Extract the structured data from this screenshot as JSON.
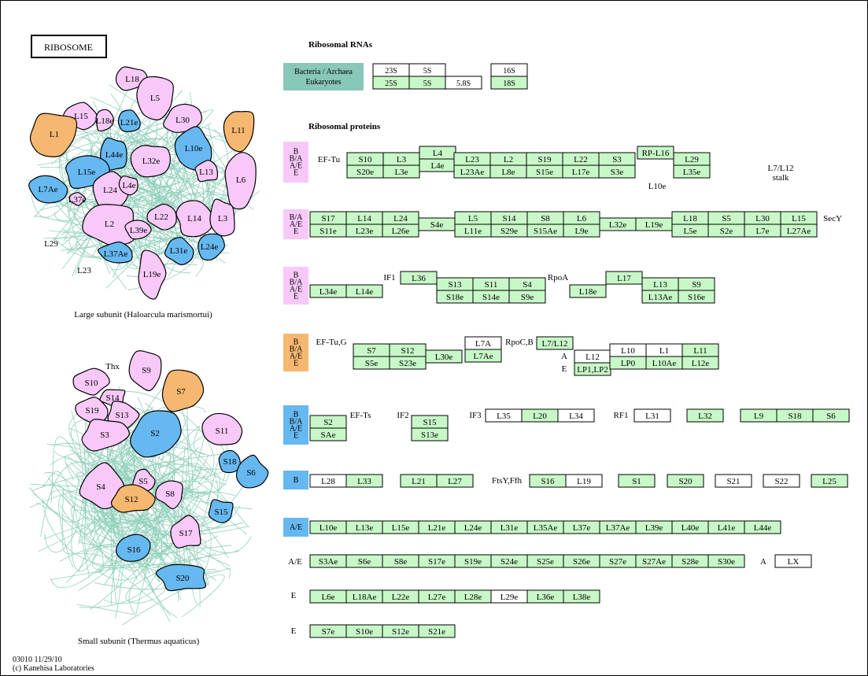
{
  "title": "RIBOSOME",
  "colors": {
    "pink": "#f8c8f8",
    "blue": "#66b8f0",
    "orange": "#f6b870",
    "green": "#c8f8c8",
    "teal": "#88c8b8",
    "rna_strands": "#7fc8b0",
    "outline": "#000000"
  },
  "captions": {
    "large_subunit": "Large subunit (Haloarcula marismortui)",
    "small_subunit": "Small subunit (Thermus aquaticus)"
  },
  "footer": {
    "map_id": "03010 11/29/10",
    "copyright": "(c) Kanehisa Laboratories"
  },
  "headings": {
    "rrna": "Ribosomal RNAs",
    "proteins": "Ribosomal proteins"
  },
  "rna": {
    "label_lines": [
      "Bacteria / Archaea",
      "Eukaryotes"
    ],
    "top": [
      "23S",
      "5S",
      "16S"
    ],
    "bottom": [
      "25S",
      "5S",
      "5.8S",
      "18S"
    ]
  },
  "large_blobs": [
    "L18",
    "L5",
    "L15",
    "L18e",
    "L21e",
    "L30",
    "L11",
    "L1",
    "L44e",
    "L32e",
    "L10e",
    "L15e",
    "L13",
    "L7Ae",
    "L37e",
    "L24",
    "L4e",
    "L6",
    "L22",
    "L14",
    "L3",
    "L2",
    "L39e",
    "L31e",
    "L24e",
    "L37Ae",
    "L19e"
  ],
  "large_ext_labels": [
    "L29",
    "L23"
  ],
  "small_blobs": [
    "S9",
    "S10",
    "S14",
    "S19",
    "S13",
    "S7",
    "S3",
    "S2",
    "S11",
    "S18",
    "S6",
    "S4",
    "S5",
    "S12",
    "S8",
    "S15",
    "S17",
    "S16",
    "S20"
  ],
  "small_ext_labels": [
    "Thx"
  ],
  "protein_rows": [
    {
      "tag_lines": [
        "B",
        "B/A",
        "A/E",
        "E"
      ],
      "labels": [
        "EF-Tu",
        "L10e",
        "L7/L12",
        "stalk"
      ],
      "cells": [
        [
          "S10",
          "S20e"
        ],
        [
          "L3",
          "L3e"
        ],
        [
          "L4",
          "L4e"
        ],
        [
          "L23",
          "L23Ae"
        ],
        [
          "L2",
          "L8e"
        ],
        [
          "S19",
          "S15e"
        ],
        [
          "L22",
          "L17e"
        ],
        [
          "S3",
          "S3e"
        ],
        [
          "RP-L16"
        ],
        [
          "L29",
          "L35e"
        ]
      ]
    },
    {
      "tag_lines": [
        "B/A",
        "A/E",
        "E"
      ],
      "labels": [
        "SecY"
      ],
      "cells": [
        [
          "S17",
          "S11e"
        ],
        [
          "L14",
          "L23e"
        ],
        [
          "L24",
          "L26e"
        ],
        [
          "S4e"
        ],
        [
          "L5",
          "L11e"
        ],
        [
          "S14",
          "S29e"
        ],
        [
          "S8",
          "S15Ae"
        ],
        [
          "L6",
          "L9e"
        ],
        [
          "L32e"
        ],
        [
          "L19e"
        ],
        [
          "L18",
          "L5e"
        ],
        [
          "S5",
          "S2e"
        ],
        [
          "L30",
          "L7e"
        ],
        [
          "L15",
          "L27Ae"
        ]
      ]
    },
    {
      "tag_lines": [
        "B",
        "B/A",
        "A/E",
        "E"
      ],
      "labels": [
        "IF1",
        "RpoA"
      ],
      "cells": [
        [
          "L34e"
        ],
        [
          "L14e"
        ],
        [
          "L36"
        ],
        [
          "S13",
          "S18e"
        ],
        [
          "S11",
          "S14e"
        ],
        [
          "S4",
          "S9e"
        ],
        [
          "L18e"
        ],
        [
          "L17"
        ],
        [
          "L13",
          "L13Ae"
        ],
        [
          "S9",
          "S16e"
        ]
      ]
    },
    {
      "tag_lines": [
        "B",
        "B/A",
        "A/E",
        "E"
      ],
      "labels": [
        "EF-Tu,G",
        "RpoC,B",
        "A",
        "E"
      ],
      "cells": [
        [
          "S7",
          "S5e"
        ],
        [
          "S12",
          "S23e"
        ],
        [
          "L30e"
        ],
        [
          "L7A",
          "L7Ae"
        ],
        [
          "L7/L12"
        ],
        [
          "L12",
          "LP1,LP2"
        ],
        [
          "L10",
          "LP0"
        ],
        [
          "L1",
          "L10Ae"
        ],
        [
          "L11",
          "L12e"
        ]
      ]
    },
    {
      "tag_lines": [
        "B",
        "B/A",
        "A/E",
        "E"
      ],
      "labels": [
        "EF-Ts",
        "IF2",
        "IF3",
        "RF1"
      ],
      "cells": [
        [
          "S2",
          "SAe"
        ],
        [
          "S15",
          "S13e"
        ],
        [
          "L35"
        ],
        [
          "L20"
        ],
        [
          "L34"
        ],
        [
          "L31"
        ],
        [
          "L32"
        ],
        [
          "L9"
        ],
        [
          "S18"
        ],
        [
          "S6"
        ]
      ]
    },
    {
      "tag_lines": [
        "B"
      ],
      "labels": [
        "FtsY,Ffh"
      ],
      "cells": [
        [
          "L28"
        ],
        [
          "L33"
        ],
        [
          "L21"
        ],
        [
          "L27"
        ],
        [
          "S16"
        ],
        [
          "L19"
        ],
        [
          "S1"
        ],
        [
          "S20"
        ],
        [
          "S21"
        ],
        [
          "S22"
        ],
        [
          "L25"
        ]
      ]
    },
    {
      "tag_lines": [
        "A/E"
      ],
      "labels": [],
      "cells": [
        [
          "L10e"
        ],
        [
          "L13e"
        ],
        [
          "L15e"
        ],
        [
          "L21e"
        ],
        [
          "L24e"
        ],
        [
          "L31e"
        ],
        [
          "L35Ae"
        ],
        [
          "L37e"
        ],
        [
          "L37Ae"
        ],
        [
          "L39e"
        ],
        [
          "L40e"
        ],
        [
          "L41e"
        ],
        [
          "L44e"
        ]
      ]
    },
    {
      "tag_lines": [
        "A/E",
        "A"
      ],
      "labels": [],
      "cells": [
        [
          "S3Ae"
        ],
        [
          "S6e"
        ],
        [
          "S8e"
        ],
        [
          "S17e"
        ],
        [
          "S19e"
        ],
        [
          "S24e"
        ],
        [
          "S25e"
        ],
        [
          "S26e"
        ],
        [
          "S27e"
        ],
        [
          "S27Ae"
        ],
        [
          "S28e"
        ],
        [
          "S30e"
        ],
        [
          "LX"
        ]
      ]
    },
    {
      "tag_lines": [
        "E"
      ],
      "labels": [],
      "cells": [
        [
          "L6e"
        ],
        [
          "L18Ae"
        ],
        [
          "L22e"
        ],
        [
          "L27e"
        ],
        [
          "L28e"
        ],
        [
          "L29e"
        ],
        [
          "L36e"
        ],
        [
          "L38e"
        ]
      ]
    },
    {
      "tag_lines": [
        "E"
      ],
      "labels": [],
      "cells": [
        [
          "S7e"
        ],
        [
          "S10e"
        ],
        [
          "S12e"
        ],
        [
          "S21e"
        ]
      ]
    }
  ]
}
